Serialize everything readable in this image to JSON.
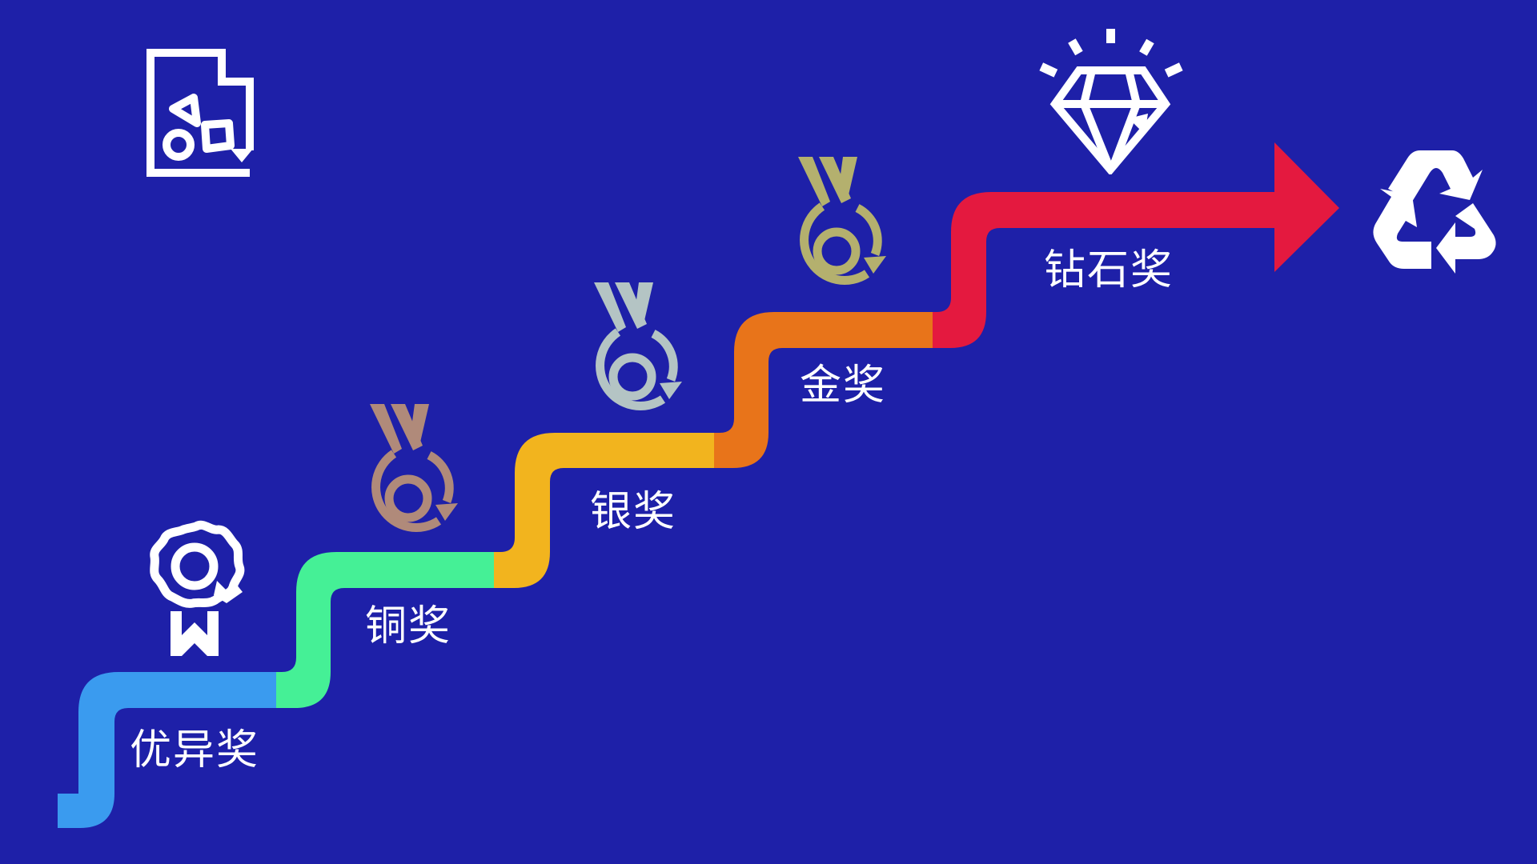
{
  "title": "Award levels staircase",
  "colors": {
    "background": "#1E20A8",
    "excellence": "#3A9BEF",
    "bronze_step": "#45F096",
    "silver_step": "#F2B41E",
    "gold_step": "#E8741A",
    "diamond_step": "#E4193F",
    "bronze_medal": "#B08A7A",
    "silver_medal": "#B4C4C4",
    "gold_medal": "#B4B06E",
    "icon_white": "#FFFFFF"
  },
  "steps": [
    {
      "id": "excellence",
      "label": "优异奖",
      "icon": "rosette-award-icon",
      "color": "#3A9BEF"
    },
    {
      "id": "bronze",
      "label": "铜奖",
      "icon": "medal-icon",
      "color": "#45F096",
      "icon_color": "#B08A7A"
    },
    {
      "id": "silver",
      "label": "银奖",
      "icon": "medal-icon",
      "color": "#F2B41E",
      "icon_color": "#B4C4C4"
    },
    {
      "id": "gold",
      "label": "金奖",
      "icon": "medal-icon",
      "color": "#E8741A",
      "icon_color": "#B4B06E"
    },
    {
      "id": "diamond",
      "label": "钻石奖",
      "icon": "diamond-icon",
      "color": "#E4193F"
    }
  ],
  "decorations": {
    "top_left_icon": "document-shapes-icon",
    "end_icon": "recycle-icon",
    "arrow": "arrow-right"
  }
}
